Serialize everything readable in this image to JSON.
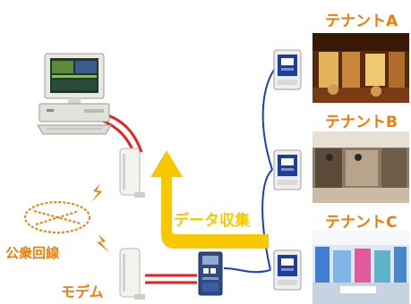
{
  "labels": {
    "data_collection": "データ収集",
    "public_line": "公衆回線",
    "modem": "モデム"
  },
  "tenants": [
    {
      "title": "テナントA"
    },
    {
      "title": "テナントB"
    },
    {
      "title": "テナントC"
    }
  ],
  "colors": {
    "accent_orange": "#ef7d0b",
    "arrow_yellow": "#f7c800",
    "red_cable": "#e8221f",
    "blue_cable": "#1c3fc0",
    "meter_blue": "#1f3d9a"
  },
  "icons": [
    "computer-icon",
    "modem-icon",
    "data-logger-icon",
    "power-meter-icon",
    "lightning-icon",
    "public-line-cloud-icon",
    "data-collection-arrow-icon"
  ]
}
